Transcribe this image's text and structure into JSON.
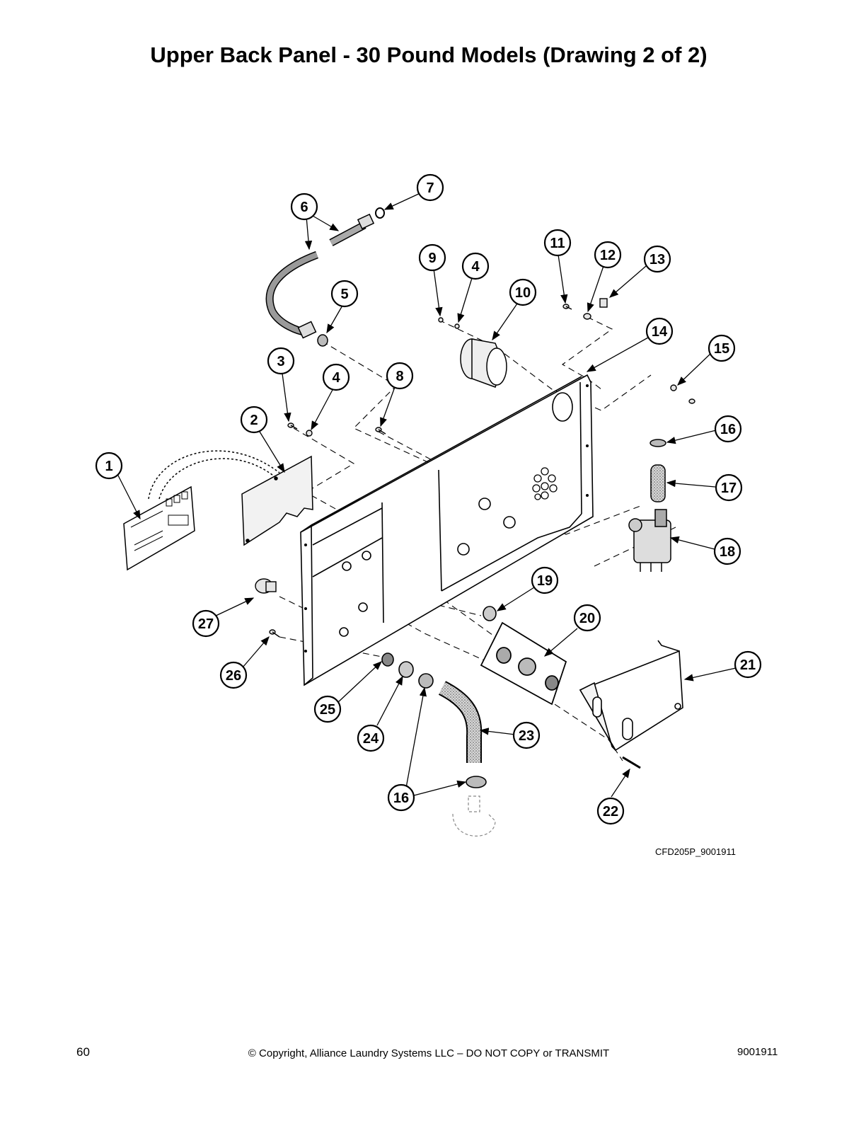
{
  "title": "Upper Back Panel - 30 Pound Models (Drawing 2 of 2)",
  "drawing_code": "CFD205P_9001911",
  "footer": {
    "page_number": "60",
    "copyright": "© Copyright, Alliance Laundry Systems LLC – DO NOT COPY or TRANSMIT",
    "doc_number": "9001911"
  },
  "callouts": [
    "1",
    "2",
    "3",
    "4",
    "4",
    "5",
    "6",
    "7",
    "8",
    "9",
    "10",
    "11",
    "12",
    "13",
    "14",
    "15",
    "16",
    "16",
    "17",
    "18",
    "19",
    "20",
    "21",
    "22",
    "23",
    "24",
    "25",
    "26",
    "27"
  ]
}
